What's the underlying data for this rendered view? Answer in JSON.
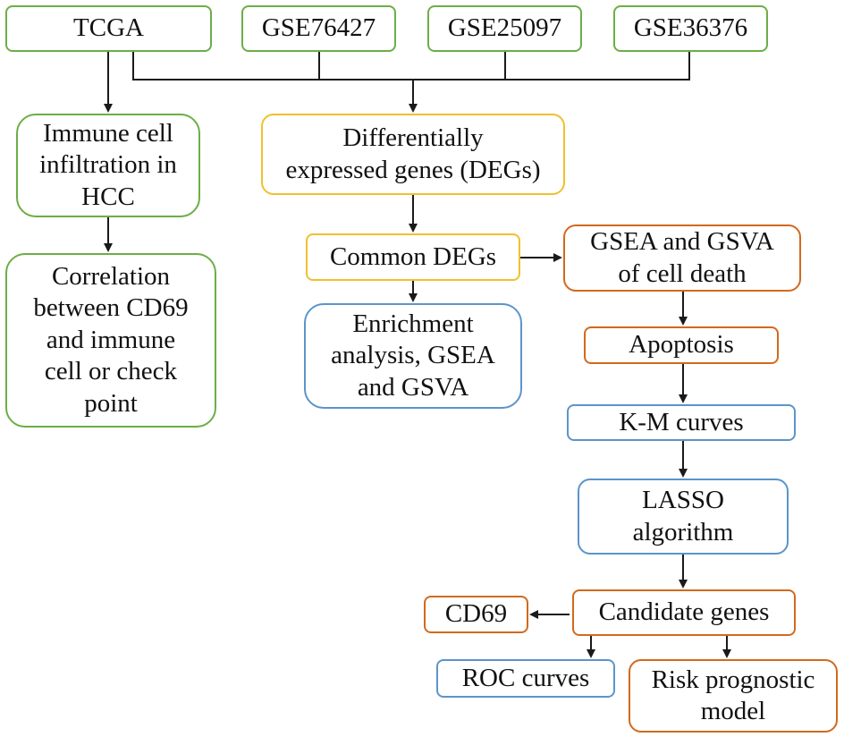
{
  "colors": {
    "green": "#6cae46",
    "yellow": "#f0c02f",
    "orange": "#d2691e",
    "blue": "#5b95c9",
    "arrow": "#1a1a1a"
  },
  "nodes": {
    "tcga": "TCGA",
    "gse76427": "GSE76427",
    "gse25097": "GSE25097",
    "gse36376": "GSE36376",
    "immune_infiltration": "Immune cell\ninfiltration in\nHCC",
    "correlation": "Correlation\nbetween CD69\nand immune\ncell or check\npoint",
    "degs": "Differentially\nexpressed genes (DEGs)",
    "common_degs": "Common DEGs",
    "enrichment": "Enrichment\nanalysis, GSEA\nand GSVA",
    "gsea_gsva_cell_death": "GSEA and GSVA\nof cell death",
    "apoptosis": "Apoptosis",
    "km_curves": "K-M curves",
    "lasso": "LASSO\nalgorithm",
    "candidate_genes": "Candidate genes",
    "cd69": "CD69",
    "roc_curves": "ROC curves",
    "risk_model": "Risk prognostic\nmodel"
  }
}
